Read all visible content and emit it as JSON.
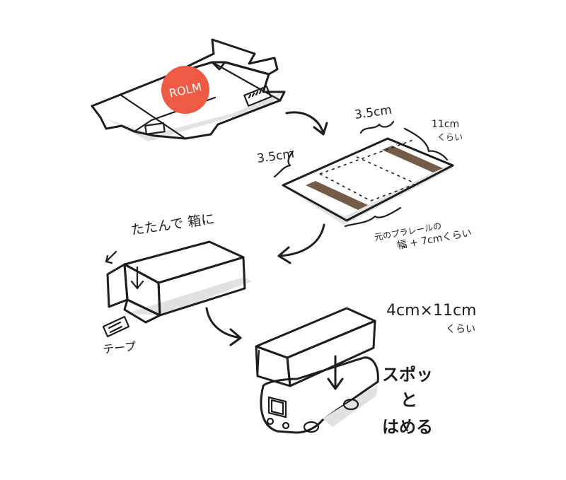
{
  "colors": {
    "cardboard": "#e9ad62",
    "cardboard_dark": "#c98a3e",
    "label_red": "#ef5a45",
    "label_text": "#ffffff",
    "shadow": "#e2e2e2",
    "ink": "#1e1e1e",
    "train_body": "#ffffff"
  },
  "step1": {
    "logo_text": "ROLM"
  },
  "step2": {
    "dim_top": "3.5cm",
    "dim_left": "3.5cm",
    "dim_right_line1": "11cm",
    "dim_right_line2": "くらい",
    "dim_bottom_line1": "元のプラレールの",
    "dim_bottom_line2": "幅 + 7cmくらい"
  },
  "step3": {
    "caption": "たたんで 箱に",
    "tape_label": "テープ"
  },
  "step4": {
    "size_line1": "4cm×11cm",
    "size_line2": "くらい",
    "action_line1": "スポッ",
    "action_line2": "と",
    "action_line3": "はめる"
  },
  "icons": [
    "arrow-icon",
    "down-arrow-icon",
    "curve-arrow-icon",
    "tape-icon",
    "train-icon",
    "box-icon"
  ]
}
